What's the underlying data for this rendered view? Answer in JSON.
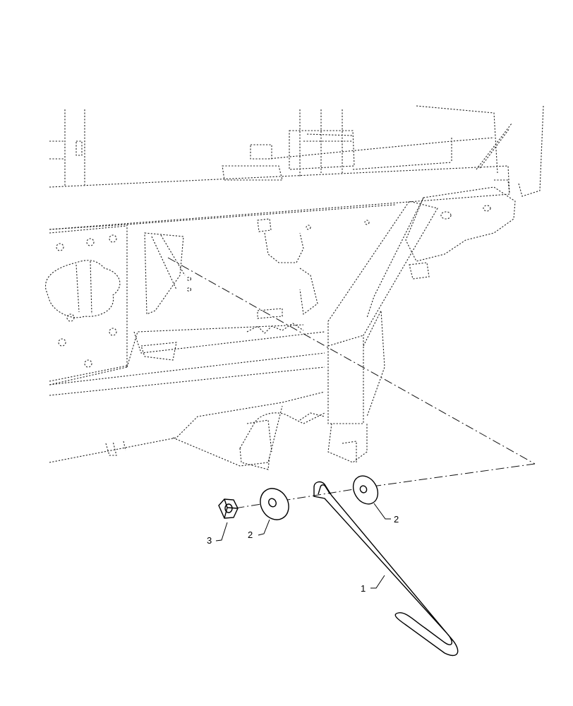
{
  "callouts": [
    {
      "id": "item-1",
      "label": "1"
    },
    {
      "id": "item-2-left",
      "label": "2"
    },
    {
      "id": "item-2-right",
      "label": "2"
    },
    {
      "id": "item-3",
      "label": "3"
    }
  ]
}
